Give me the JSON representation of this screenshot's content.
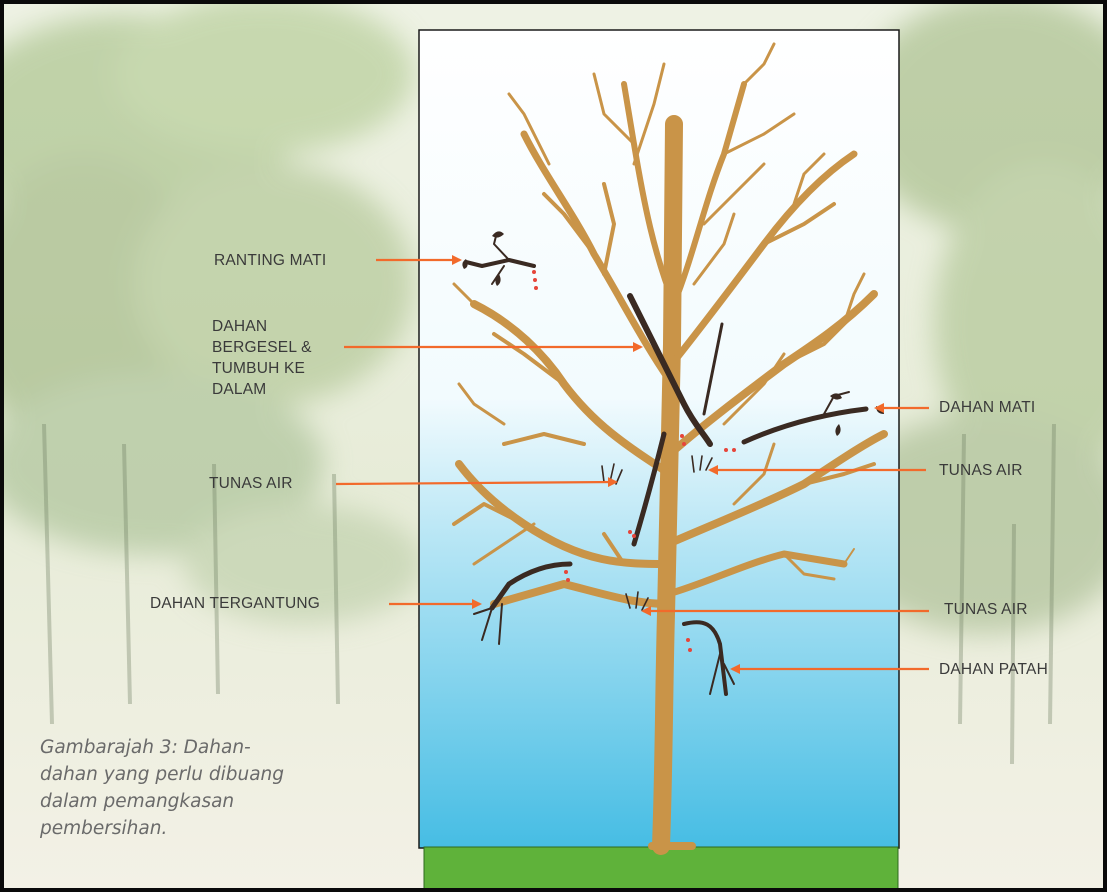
{
  "labels": {
    "ranting_mati": "RANTING MATI",
    "dahan_bergesel": [
      "DAHAN",
      "BERGESEL &",
      "TUMBUH KE",
      "DALAM"
    ],
    "tunas_air_left": "TUNAS AIR",
    "dahan_tergantung": "DAHAN TERGANTUNG",
    "dahan_mati": "DAHAN MATI",
    "tunas_air_right": "TUNAS AIR",
    "tunas_air_right_lower": "TUNAS AIR",
    "dahan_patah": "DAHAN PATAH"
  },
  "caption": [
    "Gambarajah 3: Dahan-",
    "dahan yang perlu dibuang",
    "dalam pemangkasan",
    "pembersihan."
  ],
  "colors": {
    "arrow": "#f26a2b",
    "trunk": "#c99448",
    "dead_branch": "#3a2a22",
    "grass": "#5fb23a",
    "sky_top": "#ffffff",
    "sky_bottom": "#52c3e6"
  }
}
